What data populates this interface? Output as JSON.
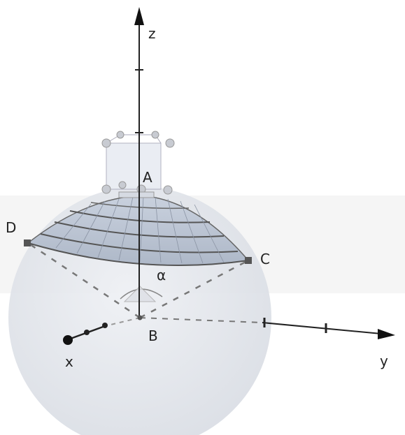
{
  "diagram": {
    "labels": {
      "z": "z",
      "y": "y",
      "x": "x",
      "A": "A",
      "B": "B",
      "C": "C",
      "D": "D",
      "alpha": "α"
    }
  }
}
